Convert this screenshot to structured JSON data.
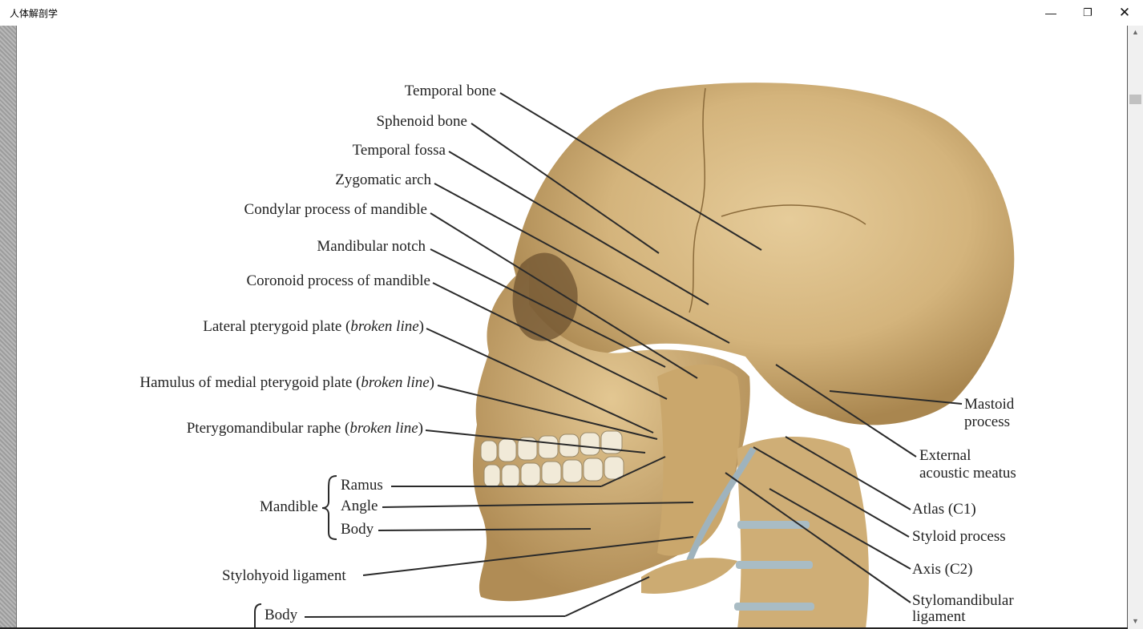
{
  "window": {
    "title": "人体解剖学",
    "minimize_icon": "minimize-icon",
    "restore_icon": "restore-icon",
    "close_icon": "close-icon"
  },
  "labels": {
    "temporal_bone": "Temporal bone",
    "sphenoid_bone": "Sphenoid bone",
    "temporal_fossa": "Temporal fossa",
    "zygomatic_arch": "Zygomatic arch",
    "condylar_process": "Condylar process of mandible",
    "mandibular_notch": "Mandibular notch",
    "coronoid_process": "Coronoid process of mandible",
    "lateral_pterygoid": {
      "text": "Lateral pterygoid plate (",
      "italic": "broken line",
      "close": ")"
    },
    "hamulus": {
      "text": "Hamulus of medial pterygoid plate (",
      "italic": "broken line",
      "close": ")"
    },
    "pterygomandibular": {
      "text": "Pterygomandibular raphe (",
      "italic": "broken line",
      "close": ")"
    },
    "mandible": "Mandible",
    "ramus": "Ramus",
    "angle": "Angle",
    "body": "Body",
    "stylohyoid_ligament": "Stylohyoid ligament",
    "hyoid_body": "Body",
    "mastoid_process": [
      "Mastoid",
      "process"
    ],
    "external_acoustic_meatus": [
      "External",
      "acoustic meatus"
    ],
    "atlas": "Atlas (C1)",
    "styloid_process": "Styloid process",
    "axis": "Axis (C2)",
    "stylomandibular_ligament": [
      "Stylomandibular",
      "ligament"
    ]
  },
  "colors": {
    "bone": "#d9bd8a",
    "bone_dark": "#b8955a",
    "bone_shadow": "#8a6a3a",
    "ligament": "#9fb3bd",
    "leader": "#2a2a2a"
  }
}
